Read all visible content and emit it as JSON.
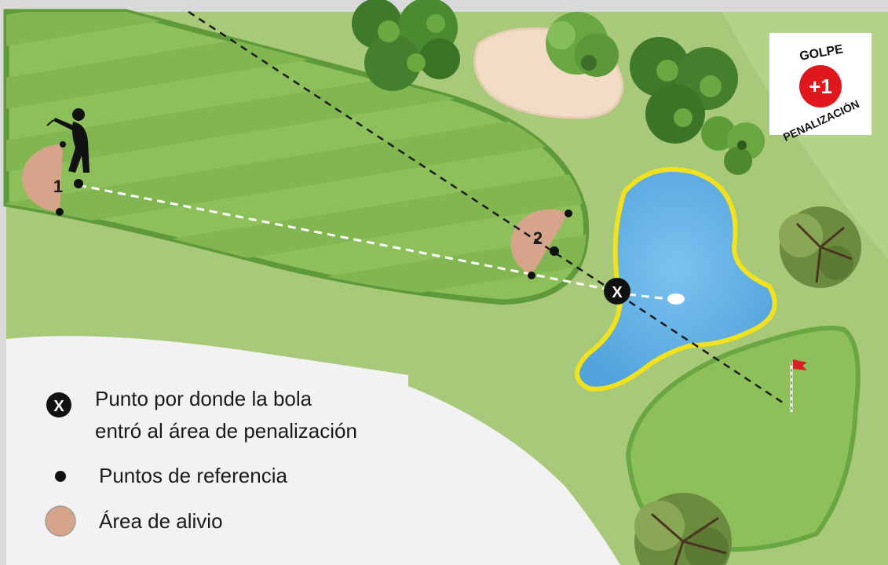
{
  "markers": {
    "option1": "1",
    "option2": "2",
    "entry": "X"
  },
  "badge": {
    "top_text": "GOLPE",
    "value": "+1",
    "bottom_text": "PENALIZACIÓN"
  },
  "legend": {
    "entry_point_symbol": "X",
    "entry_point_line1": "Punto por donde la bola",
    "entry_point_line2": "entró al área de penalización",
    "reference_points": "Puntos de referencia",
    "relief_area": "Área de alivio"
  },
  "colors": {
    "rough": "#a9c97a",
    "fairway_light": "#8dc05a",
    "fairway_stripe": "#82b650",
    "fringe": "#5f9a3a",
    "water": "#63b0e6",
    "water_edge": "#f2e21c",
    "bunker": "#f1dcc6",
    "relief_area": "#d6a48a",
    "flag": "#d81f26",
    "badge_red": "#e1171e"
  }
}
